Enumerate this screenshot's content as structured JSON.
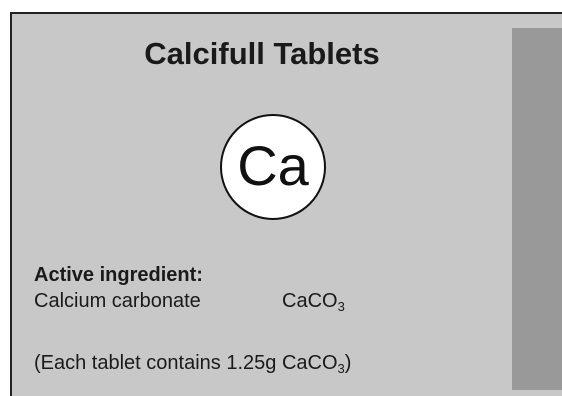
{
  "label": {
    "title": "Calcifull Tablets",
    "symbol": "Ca",
    "active_heading": "Active ingredient:",
    "ingredient_name": "Calcium carbonate",
    "ingredient_formula_base": "CaCO",
    "ingredient_formula_sub": "3",
    "note_prefix": "(Each tablet contains 1.25g CaCO",
    "note_sub": "3",
    "note_suffix": ")"
  },
  "colors": {
    "label_background": "#c8c8c8",
    "side_panel": "#999999",
    "circle_fill": "#ffffff",
    "text": "#1a1a1a"
  }
}
